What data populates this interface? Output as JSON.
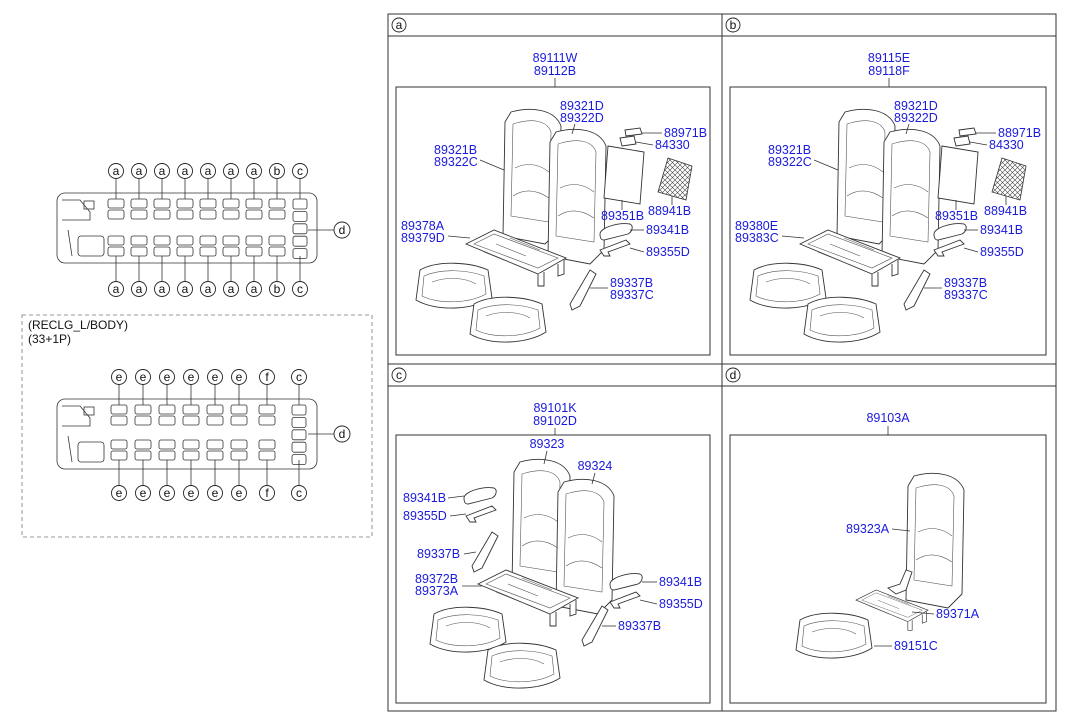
{
  "layout_top": {
    "top_labels": [
      "a",
      "a",
      "a",
      "a",
      "a",
      "a",
      "a",
      "b",
      "c"
    ],
    "bottom_labels": [
      "a",
      "a",
      "a",
      "a",
      "a",
      "a",
      "a",
      "b",
      "c"
    ],
    "side_label": "d"
  },
  "layout_bottom": {
    "title_line1": "(RECLG_L/BODY)",
    "title_line2": "(33+1P)",
    "top_labels": [
      "e",
      "e",
      "e",
      "e",
      "e",
      "e",
      "f",
      "c"
    ],
    "bottom_labels": [
      "e",
      "e",
      "e",
      "e",
      "e",
      "e",
      "f",
      "c"
    ],
    "side_label": "d"
  },
  "panel_a": {
    "tag": "a",
    "assembly": [
      "89111W",
      "89112B"
    ],
    "parts": {
      "back_right": [
        "89321D",
        "89322D"
      ],
      "back_left": [
        "89321B",
        "89322C"
      ],
      "cushion_frame": [
        "89378A",
        "89379D"
      ],
      "cover_small": "88971B",
      "pad": "84330",
      "board": "89351B",
      "net": "88941B",
      "armrest": "89341B",
      "armrest_cover": "89355D",
      "side_cover": [
        "89337B",
        "89337C"
      ]
    }
  },
  "panel_b": {
    "tag": "b",
    "assembly": [
      "89115E",
      "89118F"
    ],
    "parts": {
      "back_right": [
        "89321D",
        "89322D"
      ],
      "back_left": [
        "89321B",
        "89322C"
      ],
      "cushion_frame": [
        "89380E",
        "89383C"
      ],
      "cover_small": "88971B",
      "pad": "84330",
      "board": "89351B",
      "net": "88941B",
      "armrest": "89341B",
      "armrest_cover": "89355D",
      "side_cover": [
        "89337B",
        "89337C"
      ]
    }
  },
  "panel_c": {
    "tag": "c",
    "assembly": [
      "89101K",
      "89102D"
    ],
    "parts": {
      "back_left": "89323",
      "back_right": "89324",
      "armrest_left": "89341B",
      "armrest_cover_left": "89355D",
      "side_cover_left": "89337B",
      "cushion_frame": [
        "89372B",
        "89373A"
      ],
      "armrest_right": "89341B",
      "armrest_cover_right": "89355D",
      "side_cover_right": "89337B"
    }
  },
  "panel_d": {
    "tag": "d",
    "assembly": "89103A",
    "parts": {
      "back": "89323A",
      "cushion_frame": "89371A",
      "cushion": "89151C"
    }
  },
  "colors": {
    "part_number": "#1a1adb",
    "line": "#333333",
    "background": "#ffffff"
  }
}
